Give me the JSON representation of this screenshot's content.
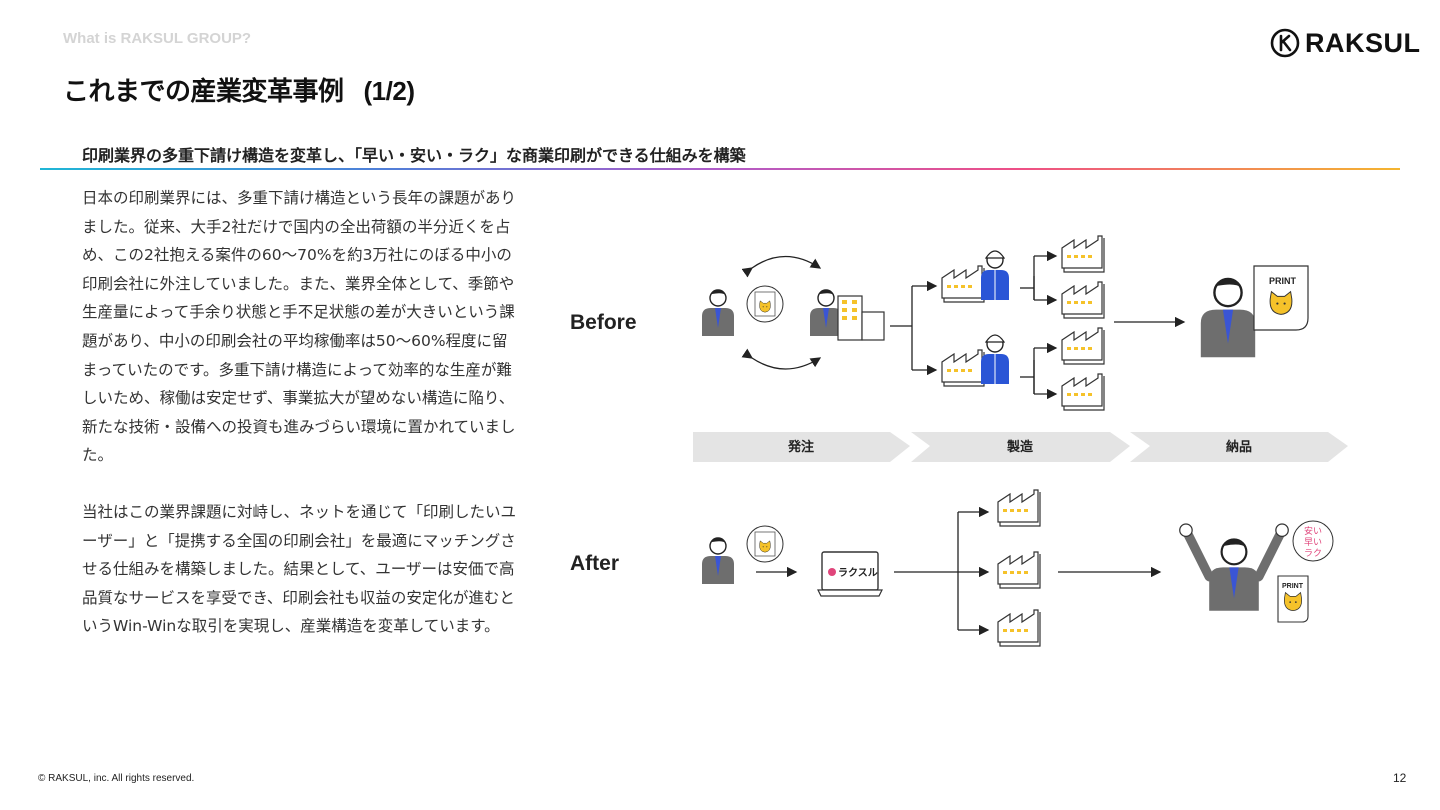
{
  "header": {
    "eyebrow": "What is RAKSUL GROUP?",
    "logo_text": "RAKSUL",
    "title": "これまでの産業変革事例",
    "title_num": "(1/2)"
  },
  "subtitle": "印刷業界の多重下請け構造を変革し、「早い・安い・ラク」な商業印刷ができる仕組みを構築",
  "body": {
    "paragraph1": "日本の印刷業界には、多重下請け構造という長年の課題がありました。従来、大手2社だけで国内の全出荷額の半分近くを占め、この2社抱える案件の60〜70%を約3万社にのぼる中小の印刷会社に外注していました。また、業界全体として、季節や生産量によって手余り状態と手不足状態の差が大きいという課題があり、中小の印刷会社の平均稼働率は50〜60%程度に留まっていたのです。多重下請け構造によって効率的な生産が難しいため、稼働は安定せず、事業拡大が望めない構造に陥り、新たな技術・設備への投資も進みづらい環境に置かれていました。",
    "paragraph2": "当社はこの業界課題に対峙し、ネットを通じて「印刷したいユーザー」と「提携する全国の印刷会社」を最適にマッチングさせる仕組みを構築しました。結果として、ユーザーは安価で高品質なサービスを享受でき、印刷会社も収益の安定化が進むというWin-Winな取引を実現し、産業構造を変革しています。"
  },
  "diagram": {
    "before_label": "Before",
    "after_label": "After",
    "stages": [
      "発注",
      "製造",
      "納品"
    ],
    "print_label": "PRINT",
    "platform_label": "ラクスル",
    "speech_lines": [
      "安い",
      "早い",
      "ラク"
    ],
    "colors": {
      "suit": "#6e6e6e",
      "tie": "#3a55d4",
      "worker": "#2a55d6",
      "cat": "#f5c22a",
      "stage_bar": "#e4e4e4",
      "speech": "#e0457b"
    }
  },
  "footer": {
    "copyright": "© RAKSUL, inc. All rights reserved.",
    "page_number": "12"
  }
}
